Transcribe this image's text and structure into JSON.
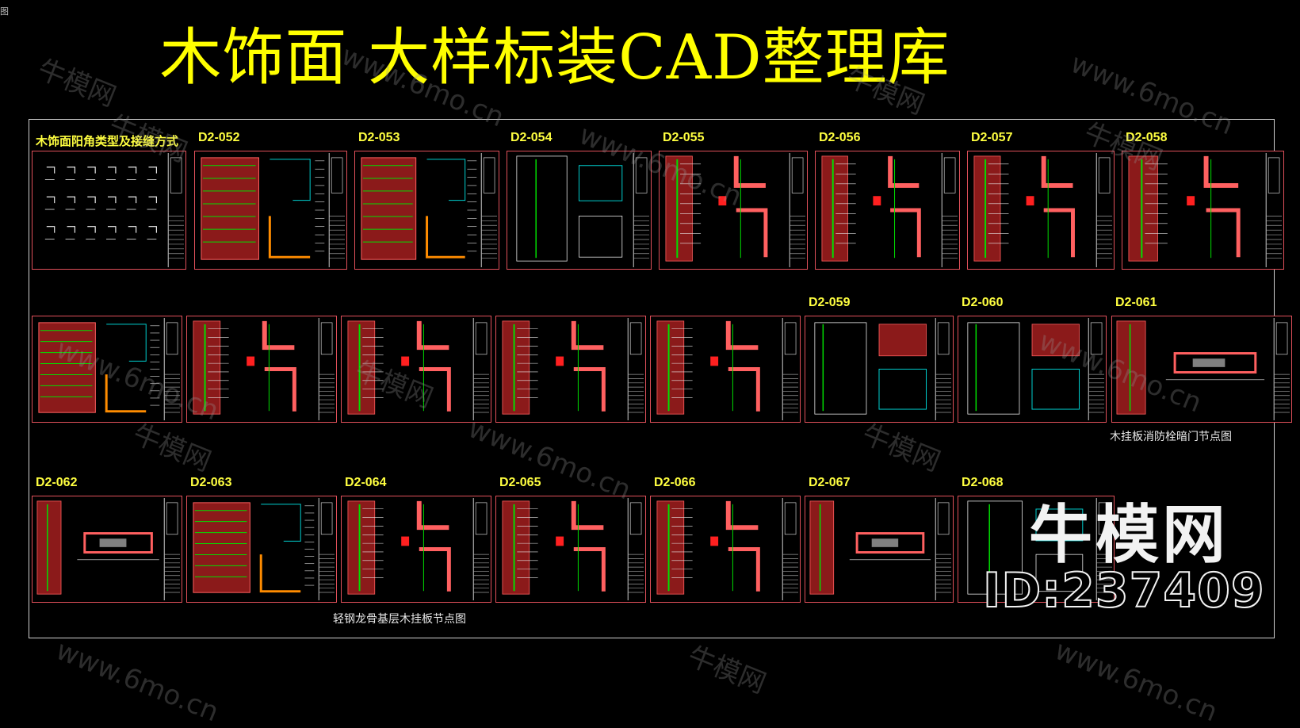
{
  "corner_mark": "图",
  "title": "木饰面 大样标装CAD整理库",
  "row1": [
    {
      "label": "木饰面阳角类型及接缝方式",
      "type": "types"
    },
    {
      "label": "D2-052",
      "type": "plan"
    },
    {
      "label": "D2-053",
      "type": "plan"
    },
    {
      "label": "D2-054",
      "type": "tall"
    },
    {
      "label": "D2-055",
      "type": "detail"
    },
    {
      "label": "D2-056",
      "type": "detail"
    },
    {
      "label": "D2-057",
      "type": "detail"
    },
    {
      "label": "D2-058",
      "type": "detail"
    }
  ],
  "row2": [
    {
      "label": "",
      "type": "plan"
    },
    {
      "label": "",
      "type": "detail"
    },
    {
      "label": "",
      "type": "detail"
    },
    {
      "label": "",
      "type": "detail"
    },
    {
      "label": "",
      "type": "detail"
    },
    {
      "label": "D2-059",
      "type": "box"
    },
    {
      "label": "D2-060",
      "type": "box"
    },
    {
      "label": "D2-061",
      "type": "door"
    }
  ],
  "row3": [
    {
      "label": "D2-062",
      "type": "door"
    },
    {
      "label": "D2-063",
      "type": "plan"
    },
    {
      "label": "D2-064",
      "type": "detail"
    },
    {
      "label": "D2-065",
      "type": "detail"
    },
    {
      "label": "D2-066",
      "type": "detail"
    },
    {
      "label": "D2-067",
      "type": "door"
    },
    {
      "label": "D2-068",
      "type": "tall"
    }
  ],
  "captions": {
    "fire_door": "木挂板消防栓暗门节点图",
    "light_steel": "轻钢龙骨基层木挂板节点图"
  },
  "watermarks": {
    "brand_cn": "牛模网",
    "site": "www.6mo.cn"
  },
  "brand": {
    "name": "牛模网",
    "id": "ID:237409"
  },
  "colors": {
    "title": "#ffff00",
    "label": "#ffff40",
    "sheet_border": "#e0505a",
    "drawing_red": "#8b1a1a",
    "drawing_green": "#00e000",
    "drawing_cyan": "#00d0d0"
  }
}
